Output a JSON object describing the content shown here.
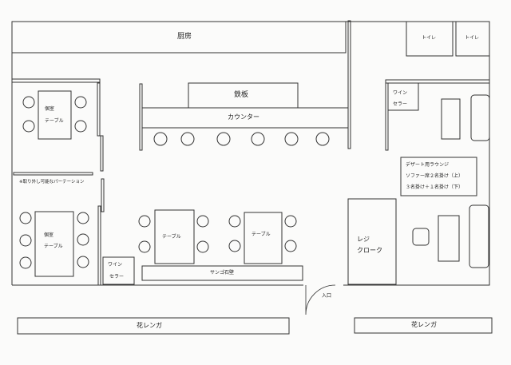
{
  "kitchen": "厨房",
  "toilets": [
    "トイレ",
    "トイレ"
  ],
  "teppan": "鉄板",
  "counter": "カウンター",
  "private_rooms": [
    {
      "line1": "個室",
      "line2": "テーブル"
    },
    {
      "line1": "個室",
      "line2": "テーブル"
    }
  ],
  "partition_note": "※取り外し可能なパーテーション",
  "tables": [
    "テーブル",
    "テーブル"
  ],
  "wine_cellars": [
    {
      "line1": "ワイン",
      "line2": "セラー"
    },
    {
      "line1": "ワイン",
      "line2": "セラー"
    }
  ],
  "coral_wall": "サンゴ石壁",
  "register": {
    "line1": "レジ",
    "line2": "クローク"
  },
  "entrance": "入口",
  "lounge": {
    "title": "デザート用ラウンジ",
    "line2": "ソファー席２名掛け（上）",
    "line3": "３名掛け＋１名掛け（下）"
  },
  "flower_bricks": [
    "花レンガ",
    "花レンガ"
  ]
}
